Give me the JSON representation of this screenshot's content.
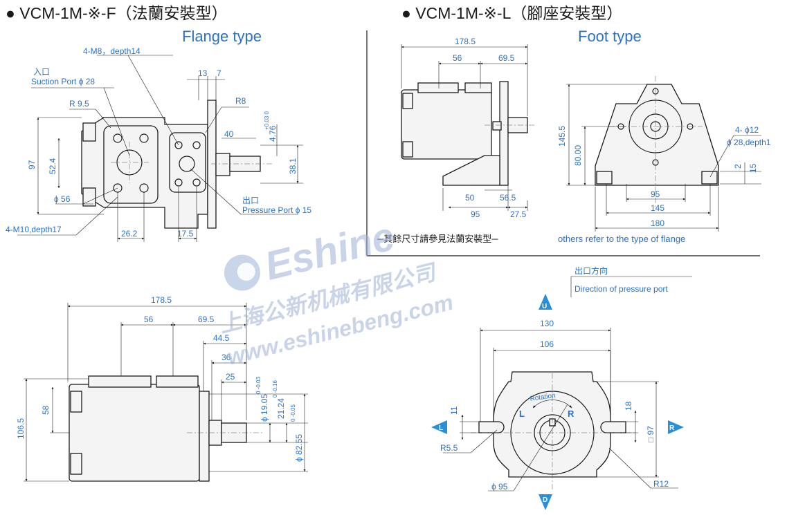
{
  "flange": {
    "title": "● VCM-1M-※-F（法蘭安裝型）",
    "subtitle": "Flange type",
    "dims": {
      "d13": "13",
      "d7": "7",
      "d97": "97",
      "d52": "52.4",
      "d26": "26.2",
      "d175": "17.5",
      "d40": "40",
      "d381": "38.1",
      "d476": "4.76",
      "d476tol": "+0.03 0",
      "r95": "R 9.5",
      "r8": "R8"
    },
    "labels": {
      "m8": "4-M8，depth14",
      "inlet_cn": "入口",
      "suction": "Suction Port ϕ 28",
      "phi56": "ϕ 56",
      "m10": "4-M10,depth17",
      "outlet_cn": "出口",
      "pressure": "Pressure Port ϕ 15"
    }
  },
  "foot": {
    "title": "● VCM-1M-※-L（腳座安裝型）",
    "subtitle": "Foot type",
    "dims": {
      "d1785": "178.5",
      "d56": "56",
      "d695": "69.5",
      "d50": "50",
      "d565": "56.5",
      "d95a": "95",
      "d275": "27.5",
      "d1455": "145.5",
      "d8000": "80.00",
      "d95b": "95",
      "d145": "145",
      "d180": "180",
      "d2": "2",
      "d15": "15"
    },
    "labels": {
      "holes": "4- ϕ12",
      "depth": "ϕ 28,depth1",
      "note_cn": "─其餘尺寸請參見法蘭安裝型─",
      "note_en": "others refer to the type of flange"
    }
  },
  "side": {
    "dims": {
      "d1785": "178.5",
      "d56": "56",
      "d695": "69.5",
      "d445": "44.5",
      "d36": "36",
      "d25": "25",
      "d1065": "106.5",
      "d58": "58",
      "shaft": "ϕ 19.05",
      "shaft_tol": "0 -0.03",
      "key": "21.24",
      "key_tol": "0 -0.16",
      "pilot": "ϕ 82.55",
      "pilot_tol": "0 -0.05"
    }
  },
  "front": {
    "dims": {
      "d130": "130",
      "d106": "106",
      "d11": "11",
      "d18": "18",
      "d97": "□ 97",
      "r55": "R5.5",
      "r12": "R12",
      "phi95": "ϕ 95"
    },
    "labels": {
      "outlet_cn": "出口方向",
      "direction": "Direction of pressure port",
      "rotation": "Rotation",
      "l": "L",
      "r": "R"
    },
    "arrows": {
      "up": "U",
      "left": "L",
      "right": "R",
      "down": "D"
    },
    "arrow_color": "#2a8fd6"
  },
  "watermark": {
    "brand": "Eshine",
    "company": "上海公新机械有限公司",
    "url": "www.eshinebeng.com"
  }
}
